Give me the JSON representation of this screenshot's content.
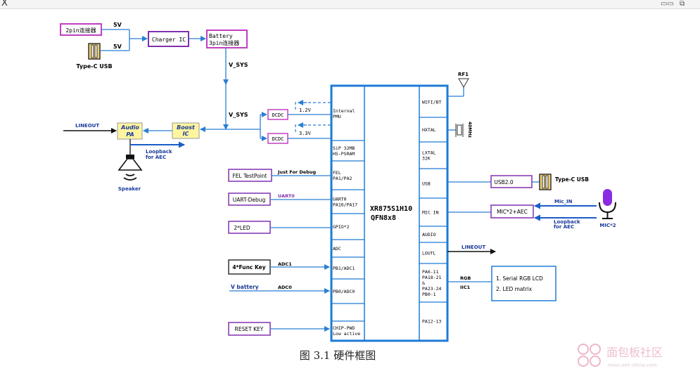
{
  "window": {
    "close_label": "X"
  },
  "blocks": {
    "pin2": "2pin连接器",
    "typec_left": "Type-C USB",
    "charger": "Charger IC",
    "battery1": "Battery",
    "battery2": "3pin连接器",
    "audio_pa1": "Audio",
    "audio_pa2": "PA",
    "boost1": "Boost",
    "boost2": "IC",
    "dcdc_top": "DCDC",
    "dcdc_bottom": "DCDC",
    "fel_testpoint": "FEL TestPoint",
    "uart_debug": "UART-Debug",
    "led2": "2*LED",
    "func_key": "4*Func Key",
    "reset_key": "RESET KEY",
    "usb20": "USB2.0",
    "typec_right": "Type-C USB",
    "mic_aec": "MIC*2+AEC",
    "lcd1": "1. Serial RGB LCD",
    "lcd2": "2. LED matrix"
  },
  "signals": {
    "v5_a": "5V",
    "v5_b": "5V",
    "vsys_a": "V_SYS",
    "vsys_b": "V_SYS",
    "v12": "1.2V",
    "v33": "3.3V",
    "lineout_left": "LINEOUT",
    "loopback_left1": "Loopback",
    "loopback_left2": "for AEC",
    "speaker": "Speaker",
    "just_for_debug": "Just For Debug",
    "uart0": "UART0",
    "adc1": "ADC1",
    "v_battery": "V battery",
    "adc0": "ADC0",
    "rf1": "RF1",
    "crystal": "40MHz",
    "mic_in": "Mic_IN",
    "loopback_right1": "Loopback",
    "loopback_right2": "for AEC",
    "mic2": "MIC*2",
    "lineout_right": "LINEOUT",
    "rgb": "RGB",
    "iic1": "IIC1"
  },
  "chip": {
    "name1": "XR875S1H10",
    "name2": "QFN8x8",
    "left_pins": [
      [
        "Internal",
        "PMU"
      ],
      [
        "SiP 32MB",
        "HS-PSRAM"
      ],
      [
        "FEL",
        "PA1/PA2"
      ],
      [
        "UART0",
        "PA16/PA17"
      ],
      [
        "GPIO*2"
      ],
      [
        "ADC"
      ],
      [
        "PB1/ADC1"
      ],
      [
        "PB0/ADC0"
      ],
      [
        ""
      ],
      [
        "CHIP-PWD",
        "Low active"
      ]
    ],
    "right_pins": [
      [
        "WIFI/BT"
      ],
      [
        "HXTAL"
      ],
      [
        "LXTAL",
        "32K"
      ],
      [
        "USB"
      ],
      [
        "MIC IN"
      ],
      [
        "AUDIO"
      ],
      [
        "LOUTL"
      ],
      [
        "PA6-11",
        "PA18-21",
        "&",
        "PA23-24",
        "PB0-1"
      ],
      [
        "PA12-13"
      ]
    ]
  },
  "caption": "图 3.1 硬件框图",
  "watermark": "面包板社区",
  "watermark_sub": "mian.eet-china.com",
  "colors": {
    "chip_border": "#1e7bd6",
    "magenta": "#c040c0",
    "purple": "#8030b0",
    "yellow": "#fff5a0",
    "blue_arrow": "#1a5cc8",
    "dark_blue_text": "#1a3a9a",
    "line_blue": "#2a7fd4"
  }
}
